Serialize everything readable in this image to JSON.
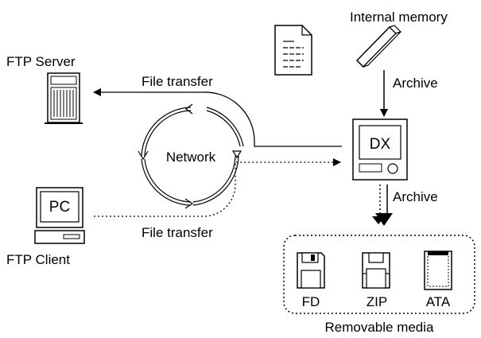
{
  "labels": {
    "ftp_server": "FTP Server",
    "ftp_client": "FTP Client",
    "pc": "PC",
    "network": "Network",
    "file_transfer_top": "File transfer",
    "file_transfer_bottom": "File transfer",
    "internal_memory": "Internal memory",
    "archive_top": "Archive",
    "archive_bottom": "Archive",
    "dx": "DX",
    "fd": "FD",
    "zip": "ZIP",
    "ata": "ATA",
    "removable_media": "Removable media"
  },
  "icons": {
    "server": "server-tower-icon",
    "pc": "desktop-pc-icon",
    "document": "document-icon",
    "memory": "memory-stick-icon",
    "dx": "dx-recorder-icon",
    "fd": "floppy-disk-icon",
    "zip": "zip-disk-icon",
    "ata": "ata-card-icon"
  }
}
